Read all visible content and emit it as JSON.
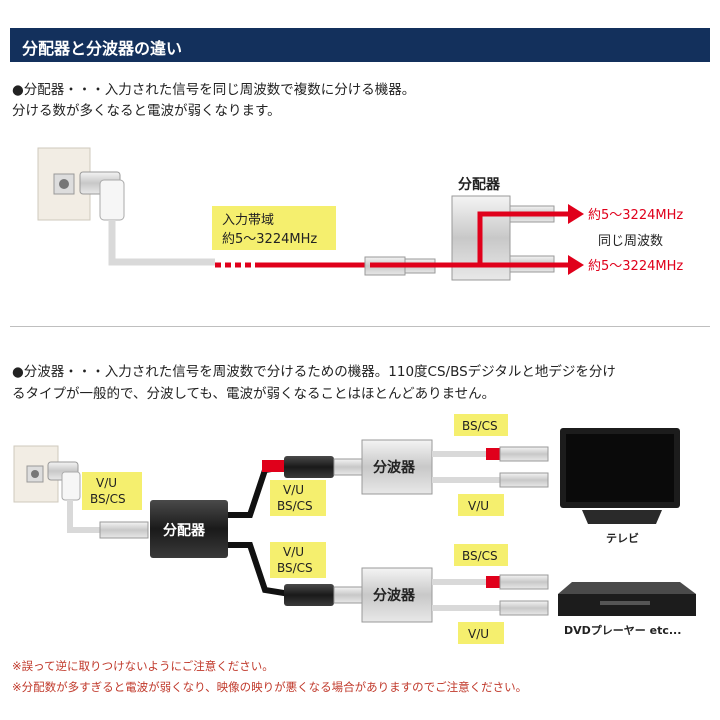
{
  "title": "分配器と分波器の違い",
  "splitter": {
    "desc_line1": "●分配器・・・入力された信号を同じ周波数で複数に分ける機器。",
    "desc_line2": "分ける数が多くなると電波が弱くなります。",
    "device_label": "分配器",
    "input_label_line1": "入力帯域",
    "input_label_line2": "約5〜3224MHz",
    "output1": "約5〜3224MHz",
    "output2": "約5〜3224MHz",
    "same_freq": "同じ周波数"
  },
  "diplexer": {
    "desc_line1": "●分波器・・・入力された信号を周波数で分けるための機器。110度CS/BSデジタルと地デジを分け",
    "desc_line2": "るタイプが一般的で、分波しても、電波が弱くなることはほとんどありません。",
    "input_label_line1": "V/U",
    "input_label_line2": "BS/CS",
    "splitter_label": "分配器",
    "branch1_line1": "V/U",
    "branch1_line2": "BS/CS",
    "branch2_line1": "V/U",
    "branch2_line2": "BS/CS",
    "device1_label": "分波器",
    "device2_label": "分波器",
    "out1_bscs": "BS/CS",
    "out1_vu": "V/U",
    "out2_bscs": "BS/CS",
    "out2_vu": "V/U",
    "tv_label": "テレビ",
    "dvd_label": "DVDプレーヤー etc..."
  },
  "notes": [
    "※誤って逆に取りつけないようにご注意ください。",
    "※分配数が多すぎると電波が弱くなり、映像の映りが悪くなる場合がありますのでご注意ください。"
  ],
  "colors": {
    "header_bg": "#13305c",
    "signal_red": "#e0001b",
    "label_yellow": "#f5ef6e",
    "note_red": "#c0392b"
  }
}
